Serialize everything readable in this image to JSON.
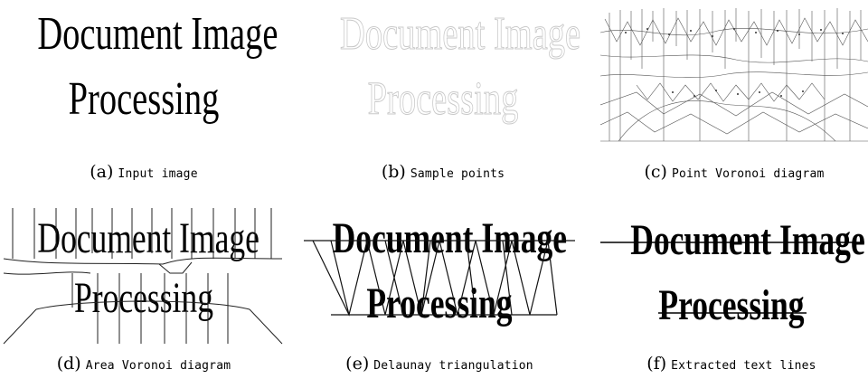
{
  "text_line1": "Document Image",
  "text_line2": "Processing",
  "panels": [
    {
      "label": "(a)",
      "caption": "Input image"
    },
    {
      "label": "(b)",
      "caption": "Sample points"
    },
    {
      "label": "(c)",
      "caption": "Point Voronoi diagram"
    },
    {
      "label": "(d)",
      "caption": "Area Voronoi diagram"
    },
    {
      "label": "(e)",
      "caption": "Delaunay triangulation"
    },
    {
      "label": "(f)",
      "caption": "Extracted text lines"
    }
  ]
}
